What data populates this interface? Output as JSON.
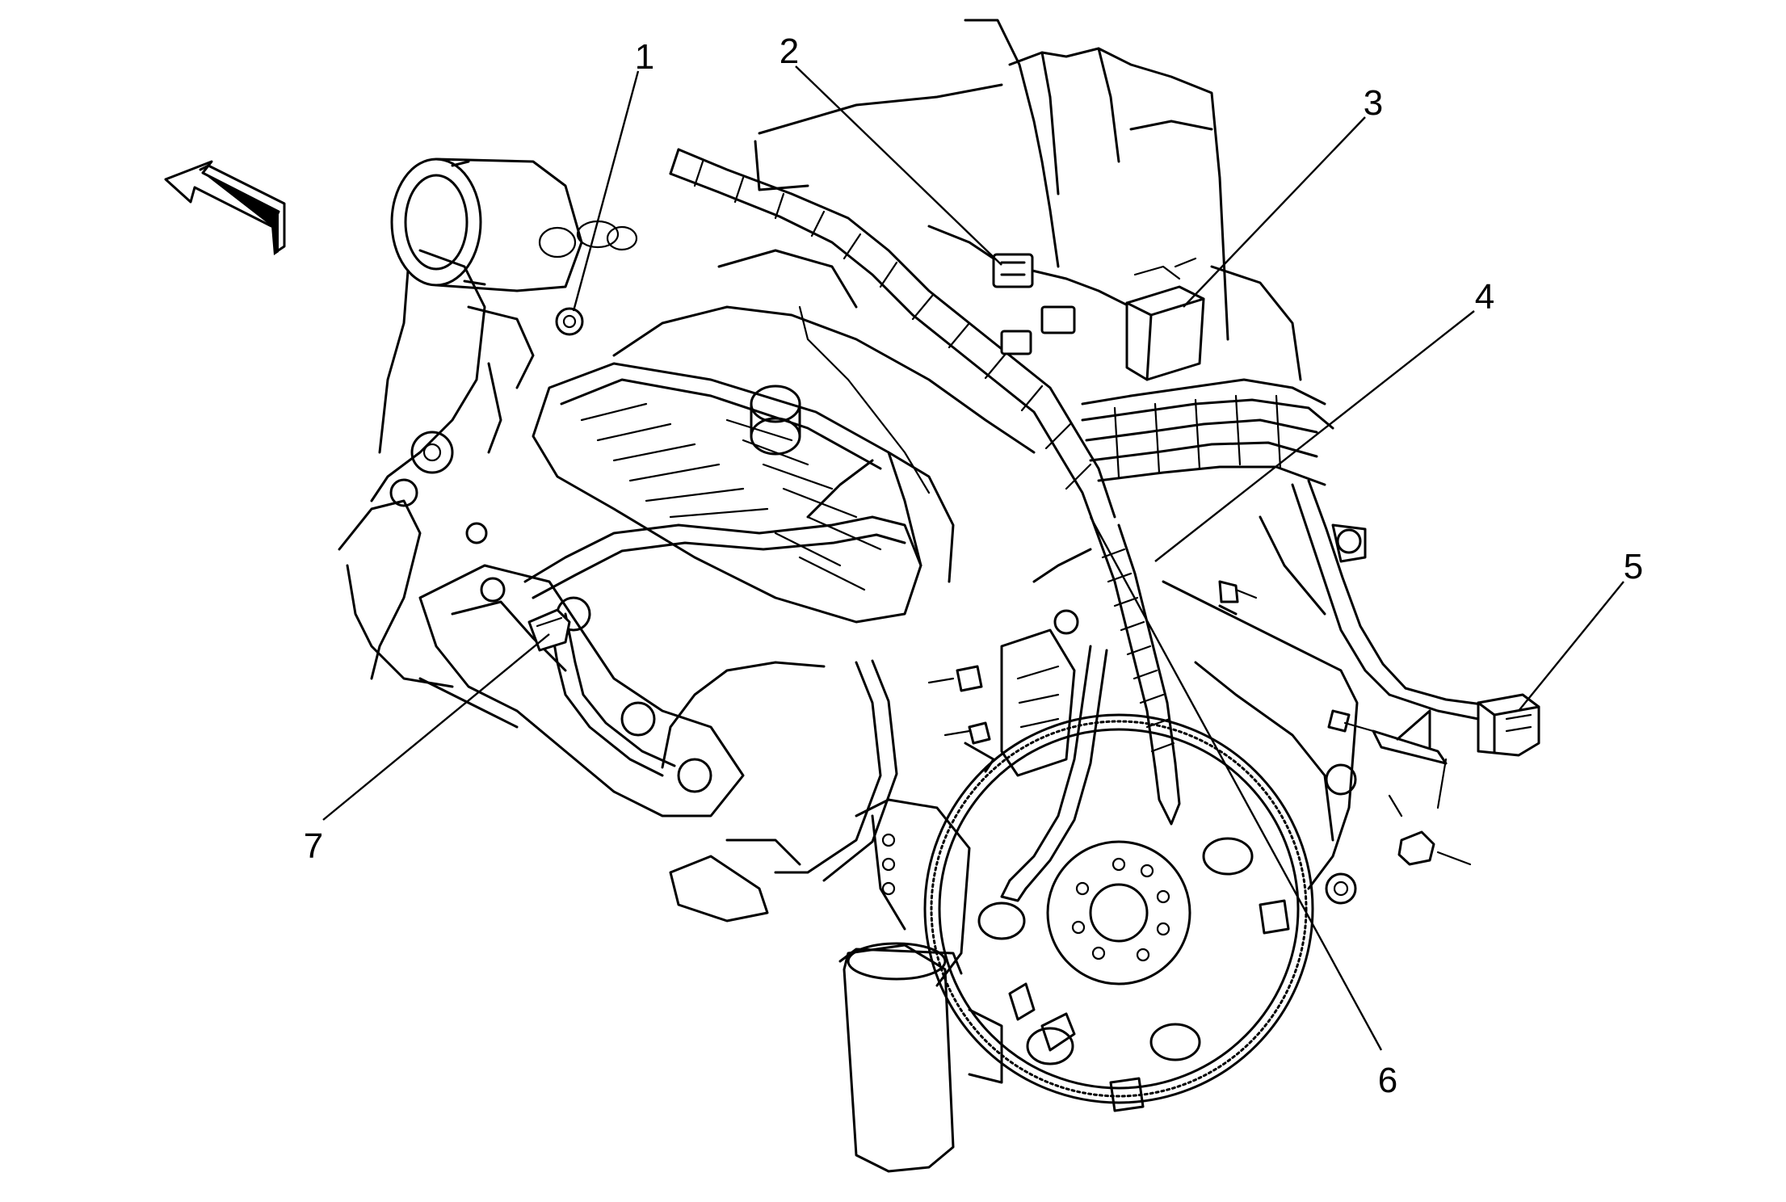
{
  "callouts": [
    {
      "id": "1",
      "label": "1",
      "target": "engine-mount-bolt"
    },
    {
      "id": "2",
      "label": "2",
      "target": "rear-harness-connector"
    },
    {
      "id": "3",
      "label": "3",
      "target": "ignition-control-module"
    },
    {
      "id": "4",
      "label": "4",
      "target": "harness-clip"
    },
    {
      "id": "5",
      "label": "5",
      "target": "harness-electrical-connector"
    },
    {
      "id": "6",
      "label": "6",
      "target": "engine-wiring-harness"
    },
    {
      "id": "7",
      "label": "7",
      "target": "oxygen-sensor-connector"
    }
  ],
  "colors": {
    "ink": "#000000",
    "paper": "#ffffff"
  },
  "icons": {
    "direction": "front-direction-arrow-icon"
  }
}
